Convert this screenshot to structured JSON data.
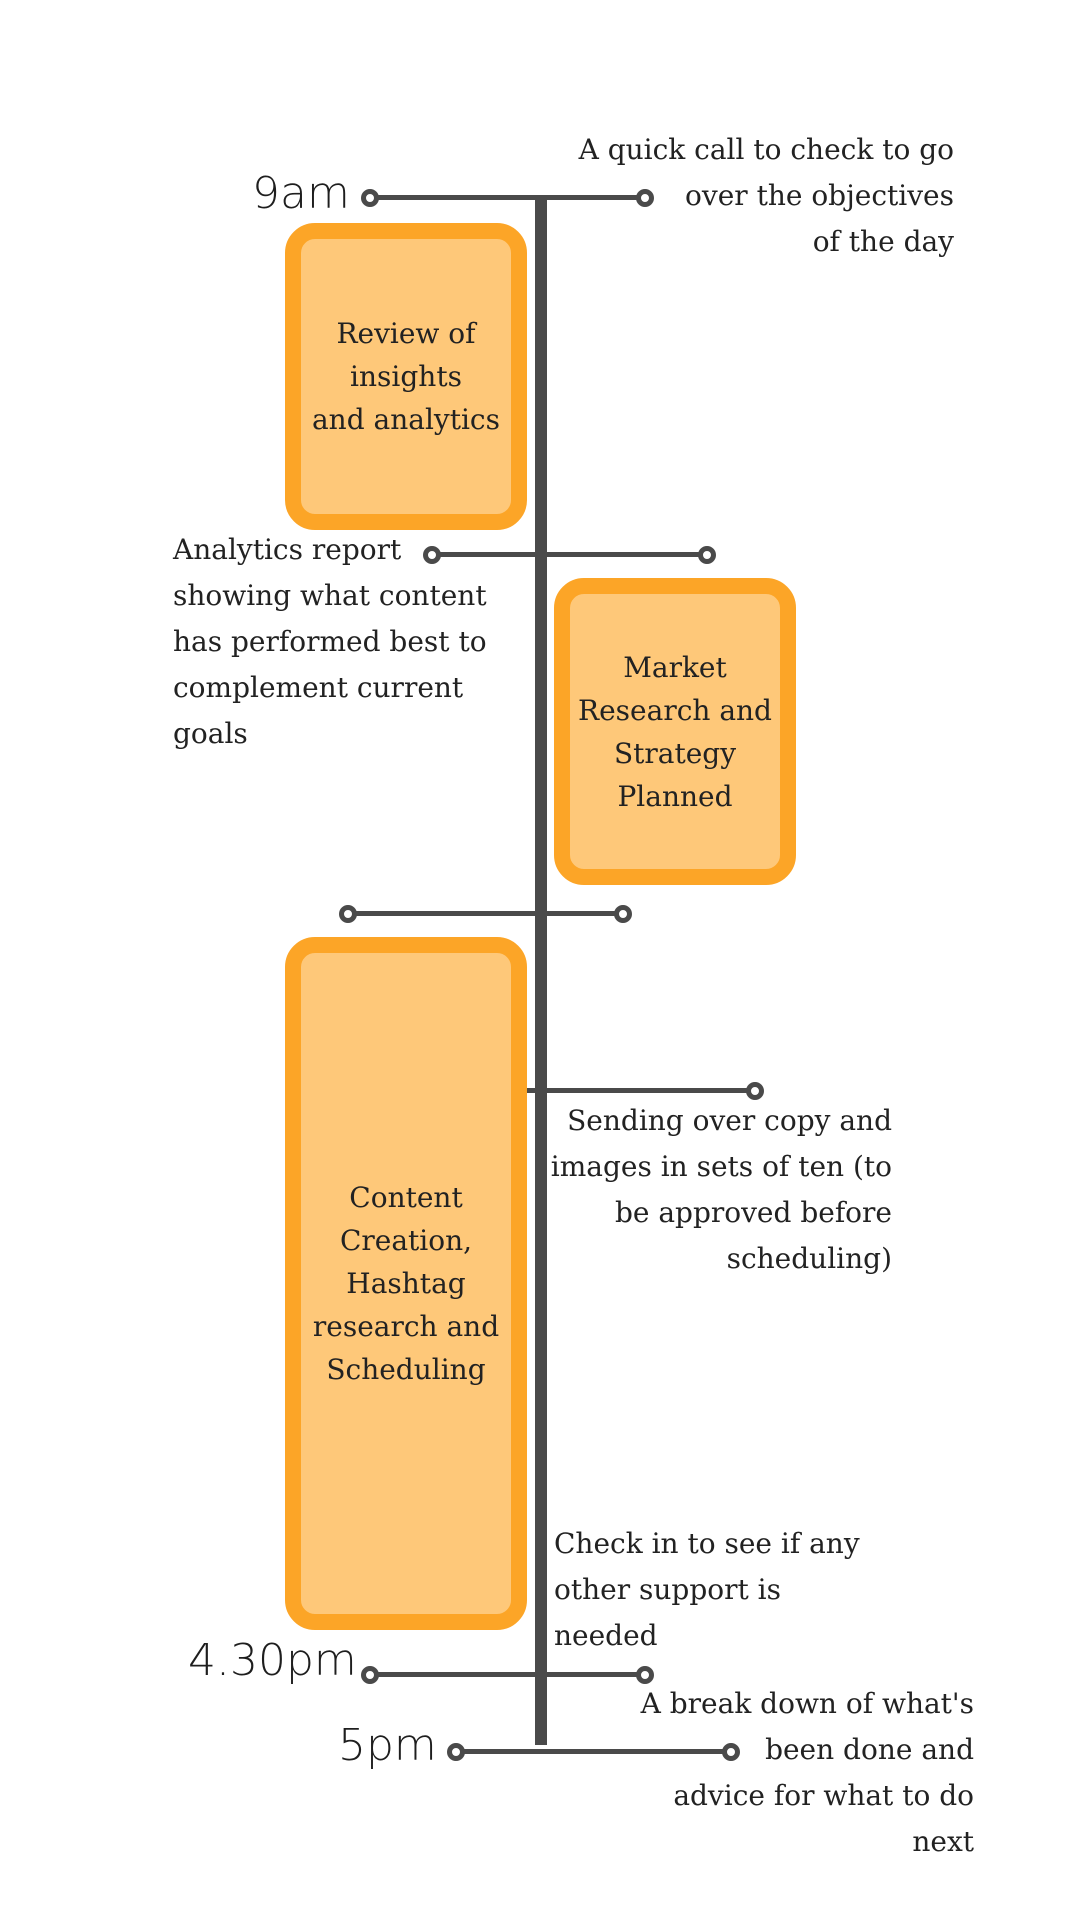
{
  "colors": {
    "line": "#4a4a4a",
    "box_fill": "#fec879",
    "box_border": "#fca527",
    "background": "#ffffff"
  },
  "times": {
    "start": "9am",
    "afternoon": "4.30pm",
    "end": "5pm"
  },
  "boxes": {
    "review": [
      "Review of",
      "insights",
      "and analytics"
    ],
    "market": [
      "Market",
      "Research and",
      "Strategy",
      "Planned"
    ],
    "content": [
      "Content",
      "Creation,",
      "Hashtag",
      "research and",
      "Scheduling"
    ]
  },
  "notes": {
    "call": [
      "A quick call to check to go",
      "over the objectives",
      "of the day"
    ],
    "analytics": [
      "Analytics report",
      "showing what content",
      "has performed best to",
      "complement current",
      "goals"
    ],
    "sending": [
      "Sending over copy and",
      "images in sets of ten (to",
      "be approved before",
      "scheduling)"
    ],
    "checkin": [
      "Check in to see if any",
      "other support is",
      "needed"
    ],
    "breakdown": [
      "A break down of what's",
      "been done and",
      "advice for what to do",
      "next"
    ]
  }
}
